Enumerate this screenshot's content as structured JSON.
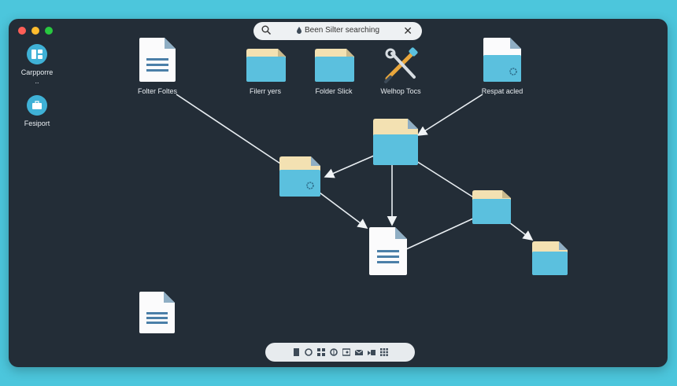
{
  "search": {
    "query": "Been Silter searching"
  },
  "sidebar": {
    "items": [
      {
        "label": "Carpporre",
        "sublabel": "..",
        "icon": "app-grid-icon"
      },
      {
        "label": "Fesiport",
        "icon": "briefcase-icon"
      }
    ]
  },
  "desktop": {
    "items": [
      {
        "label": "Folter Foltes",
        "icon": "document-icon"
      },
      {
        "label": "Filerr yers",
        "icon": "folder-icon"
      },
      {
        "label": "Folder Slick",
        "icon": "folder-icon"
      },
      {
        "label": "Welhop Tocs",
        "icon": "tools-icon"
      },
      {
        "label": "Respat acled",
        "icon": "document-settings-icon"
      }
    ]
  },
  "colors": {
    "window_bg": "#232d37",
    "folder_body": "#5bc0de",
    "folder_tab": "#f3e1b2",
    "accent": "#4cc6dc"
  },
  "dock": {
    "items": [
      "doc-icon",
      "clock-icon",
      "grid-icon",
      "globe-icon",
      "image-icon",
      "mail-icon",
      "video-icon",
      "apps-icon"
    ]
  }
}
